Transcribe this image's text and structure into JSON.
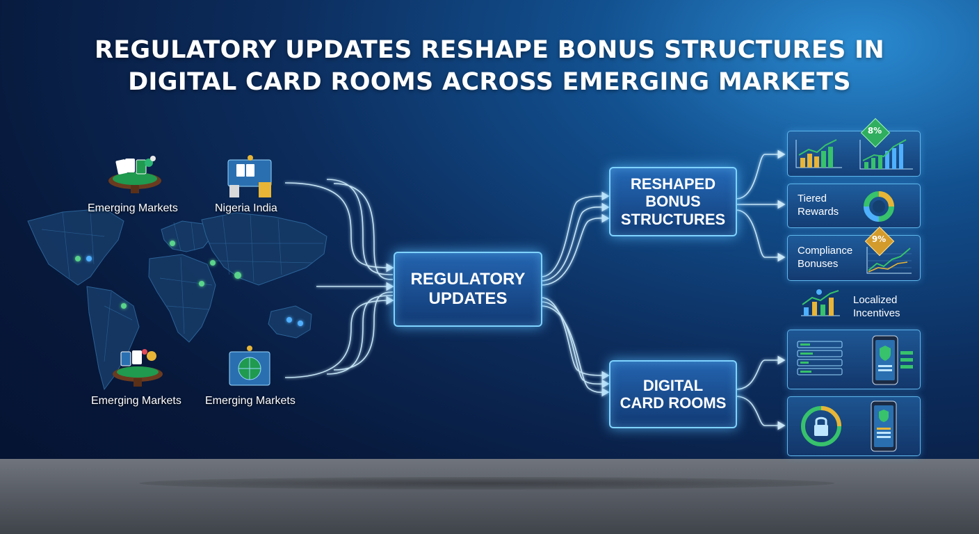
{
  "title": {
    "line1": "REGULATORY UPDATES RESHAPE BONUS STRUCTURES IN",
    "line2": "DIGITAL CARD ROOMS ACROSS EMERGING MARKETS"
  },
  "markets": {
    "top_left": "Emerging Markets",
    "top_right": "Nigeria  India",
    "bottom_left": "Emerging Markets",
    "bottom_right": "Emerging Markets"
  },
  "hubs": {
    "center": [
      "REGULATORY",
      "UPDATES"
    ],
    "bonus": [
      "RESHAPED",
      "BONUS",
      "STRUCTURES"
    ],
    "rooms": [
      "DIGITAL",
      "CARD ROOMS"
    ]
  },
  "outcomes": {
    "chart_badge": "8%",
    "tiered": [
      "Tiered",
      "Rewards"
    ],
    "compliance": [
      "Compliance",
      "Bonuses"
    ],
    "compliance_badge": "9%",
    "localized": [
      "Localized",
      "Incentives"
    ]
  },
  "colors": {
    "accent": "#7fd3ff",
    "green": "#37c26b",
    "gold": "#e8b536",
    "background": "#07183a"
  }
}
